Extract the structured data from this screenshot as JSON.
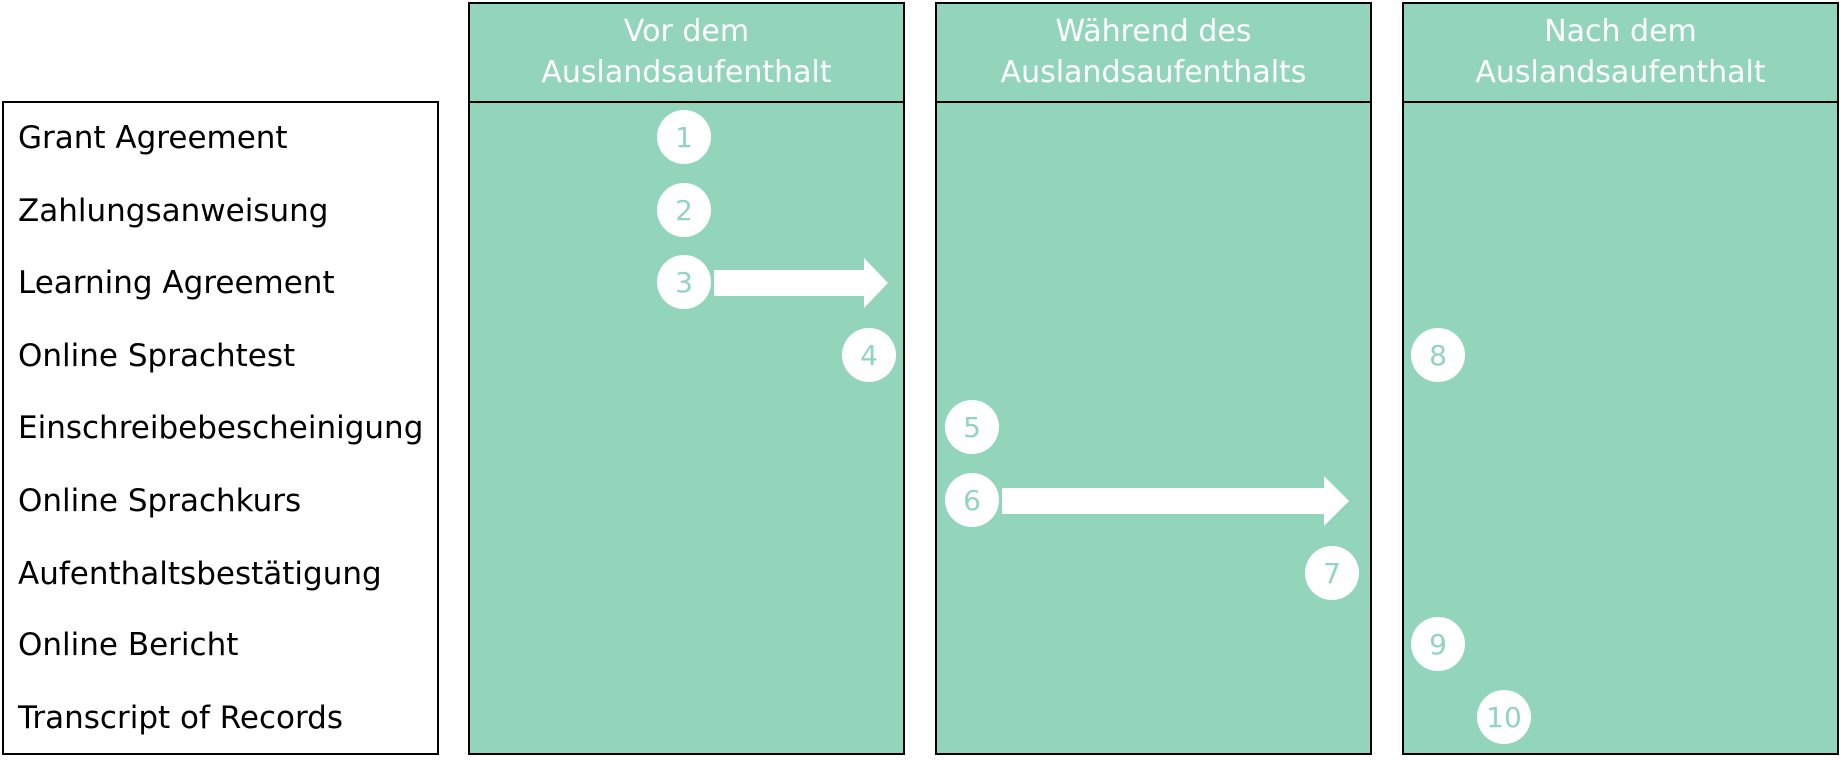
{
  "rows": [
    "Grant Agreement",
    "Zahlungsanweisung",
    "Learning Agreement",
    "Online Sprachtest",
    "Einschreibebescheinigung",
    "Online Sprachkurs",
    "Aufenthaltsbestätigung",
    "Online Bericht",
    "Transcript of Records"
  ],
  "columns": [
    {
      "line1": "Vor dem",
      "line2": "Auslandsaufenthalt"
    },
    {
      "line1": "Während des",
      "line2": "Auslandsaufenthalts"
    },
    {
      "line1": "Nach dem",
      "line2": "Auslandsaufenthalt"
    }
  ],
  "steps": [
    "1",
    "2",
    "3",
    "4",
    "5",
    "6",
    "7",
    "8",
    "9",
    "10"
  ],
  "colors": {
    "fill": "#92d5bb",
    "border": "#000000",
    "marker": "#ffffff"
  }
}
